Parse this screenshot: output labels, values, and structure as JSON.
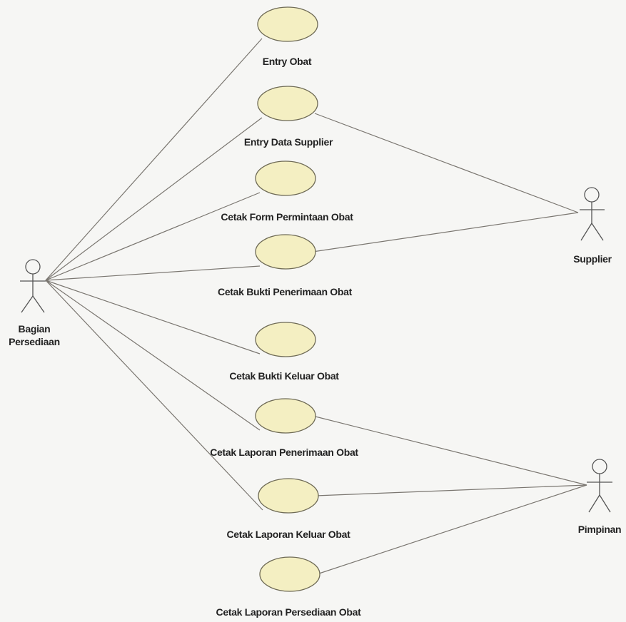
{
  "actors": {
    "bagian": {
      "line1": "Bagian",
      "line2": "Persediaan"
    },
    "supplier": {
      "name": "Supplier"
    },
    "pimpinan": {
      "name": "Pimpinan"
    }
  },
  "use_cases": [
    {
      "label": "Entry Obat"
    },
    {
      "label": "Entry Data Supplier"
    },
    {
      "label": "Cetak Form Permintaan Obat"
    },
    {
      "label": "Cetak Bukti Penerimaan Obat"
    },
    {
      "label": "Cetak Bukti Keluar Obat"
    },
    {
      "label": "Cetak Laporan Penerimaan Obat"
    },
    {
      "label": "Cetak Laporan Keluar Obat"
    },
    {
      "label": "Cetak Laporan Persediaan Obat"
    }
  ],
  "associations": {
    "bagian": [
      0,
      1,
      2,
      3,
      4,
      5,
      6
    ],
    "supplier": [
      1,
      3
    ],
    "pimpinan": [
      5,
      6,
      7
    ]
  },
  "colors": {
    "usecase_fill": "#f4efc2",
    "usecase_stroke": "#6e6a55",
    "line": "#7a7670",
    "actor": "#555555"
  }
}
